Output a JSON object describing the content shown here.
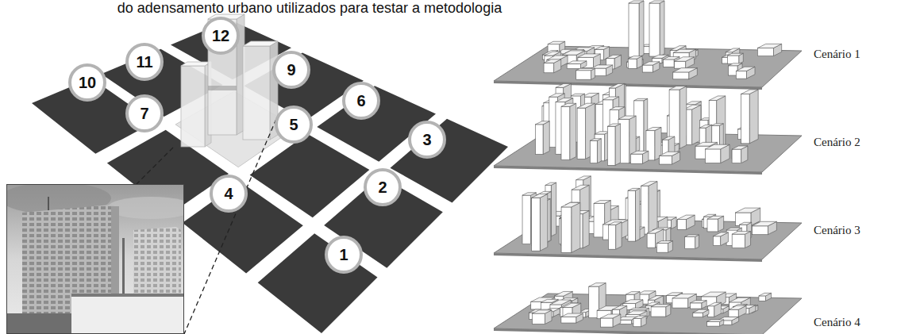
{
  "diagram": {
    "title": "do adensamento urbano utilizados para testar a metodologia",
    "nodes": [
      {
        "text": [
          "12"
        ]
      },
      {
        "text": [
          "11"
        ]
      },
      {
        "text": [
          "9"
        ]
      },
      {
        "text": [
          "10"
        ]
      },
      {
        "text": [
          "6"
        ]
      },
      {
        "text": [
          "7"
        ]
      },
      {
        "text": [
          "5"
        ]
      },
      {
        "text": [
          "3"
        ]
      },
      {
        "text": [
          "2"
        ]
      },
      {
        "text": [
          "4"
        ]
      },
      {
        "text": [
          "1"
        ]
      }
    ],
    "labels": [
      "Cenário 1",
      "Cenário 2",
      "Cenário 3",
      "Cenário 4"
    ]
  }
}
